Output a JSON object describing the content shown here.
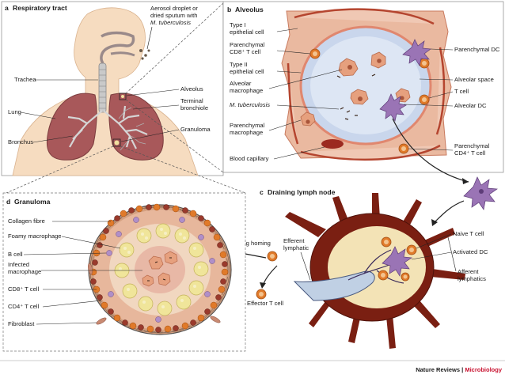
{
  "panels": {
    "a": {
      "letter": "a",
      "title": "Respiratory tract"
    },
    "b": {
      "letter": "b",
      "title": "Alveolus"
    },
    "c": {
      "letter": "c",
      "title": "Draining lymph node"
    },
    "d": {
      "letter": "d",
      "title": "Granuloma"
    }
  },
  "labels_a": {
    "aerosol_1": "Aerosol droplet or",
    "aerosol_2": "dried sputum with",
    "aerosol_3": "M. tuberculosis",
    "trachea": "Trachea",
    "lung": "Lung",
    "bronchus": "Bronchus",
    "alveolus": "Alveolus",
    "terminal_1": "Terminal",
    "terminal_2": "bronchiole",
    "granuloma": "Granuloma"
  },
  "labels_b": {
    "type1_1": "Type I",
    "type1_2": "epithelial cell",
    "cd8_1": "Parenchymal",
    "cd8_2": "CD8⁺ T cell",
    "type2_1": "Type II",
    "type2_2": "epithelial cell",
    "alvmac_1": "Alveolar",
    "alvmac_2": "macrophage",
    "mtb": "M. tuberculosis",
    "parmac_1": "Parenchymal",
    "parmac_2": "macrophage",
    "capillary": "Blood capillary",
    "par_dc": "Parenchymal DC",
    "alv_space": "Alveolar space",
    "tcell": "T cell",
    "alv_dc": "Alveolar DC",
    "cd4_1": "Parenchymal",
    "cd4_2": "CD4⁺ T cell"
  },
  "labels_c": {
    "naive": "Naive T cell",
    "activated": "Activated DC",
    "afferent_1": "Afferent",
    "afferent_2": "lymphatics",
    "lung_homing": "Lung homing",
    "efferent_1": "Efferent",
    "efferent_2": "lymphatic",
    "effector": "Effector T cell"
  },
  "labels_d": {
    "collagen": "Collagen fibre",
    "foamy": "Foamy macrophage",
    "bcell": "B cell",
    "infected_1": "Infected",
    "infected_2": "macrophage",
    "cd8": "CD8⁺ T cell",
    "cd4": "CD4⁺ T cell",
    "fibroblast": "Fibroblast"
  },
  "footer": {
    "journal": "Nature Reviews",
    "separator": " | ",
    "section": "Microbiology"
  },
  "colors": {
    "skin": "#f6dcc0",
    "lung": "#a8585a",
    "airway": "#8a8a8a",
    "alveolar_space": "#c9d6ec",
    "epithelium": "#e0876f",
    "macrophage": "#e6a07e",
    "tcell": "#e07a2a",
    "dc": "#9a74b5",
    "node_outer": "#7a1f12",
    "node_inner": "#f3e3b6",
    "foamy": "#f0e59a",
    "brand_red": "#c8102e"
  }
}
